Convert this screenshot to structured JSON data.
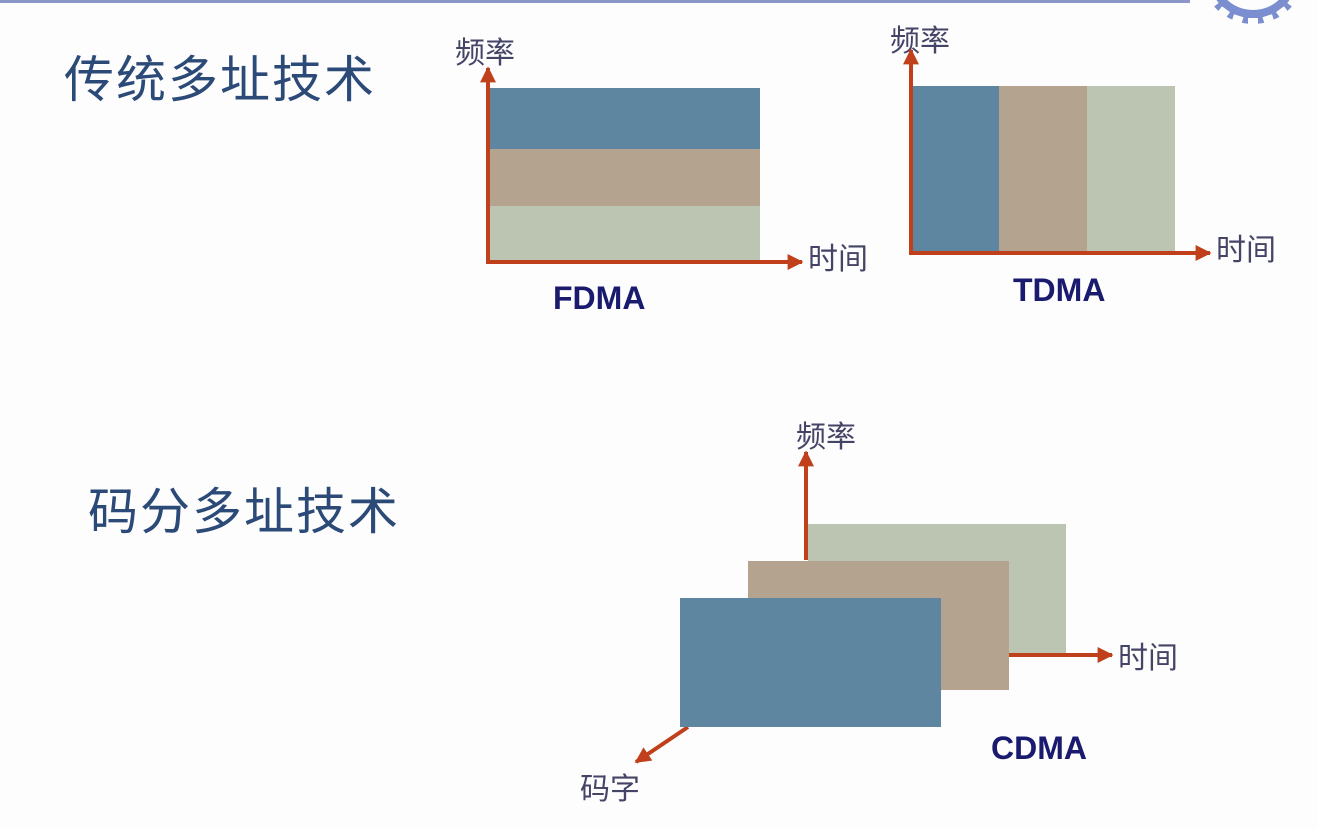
{
  "headings": {
    "traditional": "传统多址技术",
    "code_division": "码分多址技术"
  },
  "fdma": {
    "y_axis": "频率",
    "x_axis": "时间",
    "caption": "FDMA"
  },
  "tdma": {
    "y_axis": "频率",
    "x_axis": "时间",
    "caption": "TDMA"
  },
  "cdma": {
    "y_axis": "频率",
    "x_axis": "时间",
    "z_axis": "码字",
    "caption": "CDMA"
  },
  "colors": {
    "band_blue": "#5e86a1",
    "band_tan": "#b4a38f",
    "band_green": "#bcc5b2",
    "axis_red": "#c0401b",
    "heading_blue": "#2b4a78",
    "top_rule": "#8a96c8"
  }
}
